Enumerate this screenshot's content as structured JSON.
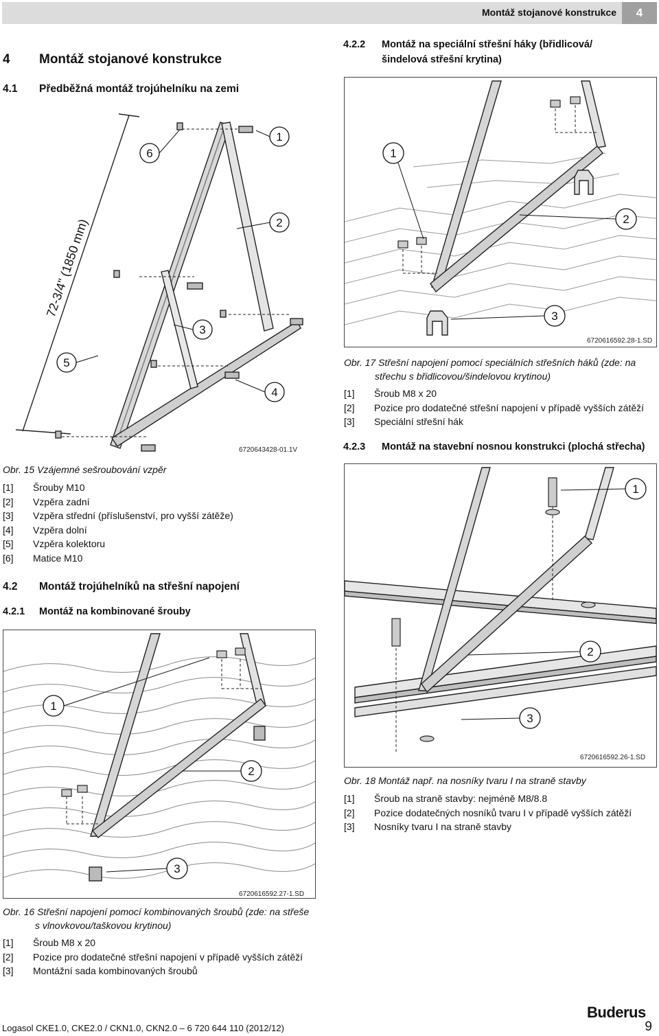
{
  "header": {
    "title": "Montáž stojanové konstrukce",
    "chapter": "4"
  },
  "left": {
    "h1_num": "4",
    "h1": "Montáž stojanové konstrukce",
    "h2_num": "4.1",
    "h2": "Předběžná montáž trojúhelníku na zemi",
    "fig15": {
      "id": "6720643428-01.1V",
      "dimension": "72-3/4\" (1850 mm)",
      "callouts": [
        "1",
        "2",
        "3",
        "4",
        "5",
        "6"
      ],
      "caption_prefix": "Obr. 15",
      "caption": "Vzájemné sešroubování vzpěr",
      "items": [
        {
          "k": "[1]",
          "v": "Šrouby M10"
        },
        {
          "k": "[2]",
          "v": "Vzpěra zadní"
        },
        {
          "k": "[3]",
          "v": "Vzpěra střední (příslušenství, pro vyšší zátěže)"
        },
        {
          "k": "[4]",
          "v": "Vzpěra dolní"
        },
        {
          "k": "[5]",
          "v": "Vzpěra kolektoru"
        },
        {
          "k": "[6]",
          "v": "Matice M10"
        }
      ]
    },
    "h2b_num": "4.2",
    "h2b": "Montáž trojúhelníků na střešní napojení",
    "h3_num": "4.2.1",
    "h3": "Montáž na kombinované šrouby",
    "fig16": {
      "id": "6720616592.27-1.SD",
      "callouts": [
        "1",
        "2",
        "3"
      ],
      "caption_prefix": "Obr. 16",
      "caption": "Střešní napojení pomocí kombinovaných šroubů (zde: na střeše",
      "caption2": "s vlnovkovou/taškovou krytinou)",
      "items": [
        {
          "k": "[1]",
          "v": "Šroub M8 x 20"
        },
        {
          "k": "[2]",
          "v": "Pozice pro dodatečné střešní napojení v případě vyšších zátěží"
        },
        {
          "k": "[3]",
          "v": "Montážní sada kombinovaných šroubů"
        }
      ]
    }
  },
  "right": {
    "h3a_num": "4.2.2",
    "h3a": "Montáž na speciální střešní háky (břidlicová/",
    "h3a2": "šindelová střešní krytina)",
    "fig17": {
      "id": "6720616592.28-1.SD",
      "callouts": [
        "1",
        "2",
        "3"
      ],
      "caption_prefix": "Obr. 17",
      "caption": "Střešní napojení pomocí speciálních střešních háků (zde: na",
      "caption2": "střechu s břidlicovou/šindelovou krytinou)",
      "items": [
        {
          "k": "[1]",
          "v": "Šroub M8 x 20"
        },
        {
          "k": "[2]",
          "v": "Pozice pro dodatečné střešní napojení v případě vyšších zátěží"
        },
        {
          "k": "[3]",
          "v": "Speciální střešní hák"
        }
      ]
    },
    "h3b_num": "4.2.3",
    "h3b": "Montáž na stavební nosnou konstrukci (plochá střecha)",
    "fig18": {
      "id": "6720616592.26-1.SD",
      "callouts": [
        "1",
        "2",
        "3"
      ],
      "caption_prefix": "Obr. 18",
      "caption": "Montáž např. na nosníky tvaru I na straně stavby",
      "items": [
        {
          "k": "[1]",
          "v": "Šroub na straně stavby: nejméně M8/8.8"
        },
        {
          "k": "[2]",
          "v": "Pozice dodatečných nosníků tvaru I v případě vyšších zátěží"
        },
        {
          "k": "[3]",
          "v": "Nosníky tvaru I na straně stavby"
        }
      ]
    }
  },
  "footer": {
    "left": "Logasol CKE1.0, CKE2.0 / CKN1.0, CKN2.0 – 6 720 644 110 (2012/12)",
    "brand": "Buderus",
    "page": "9"
  }
}
